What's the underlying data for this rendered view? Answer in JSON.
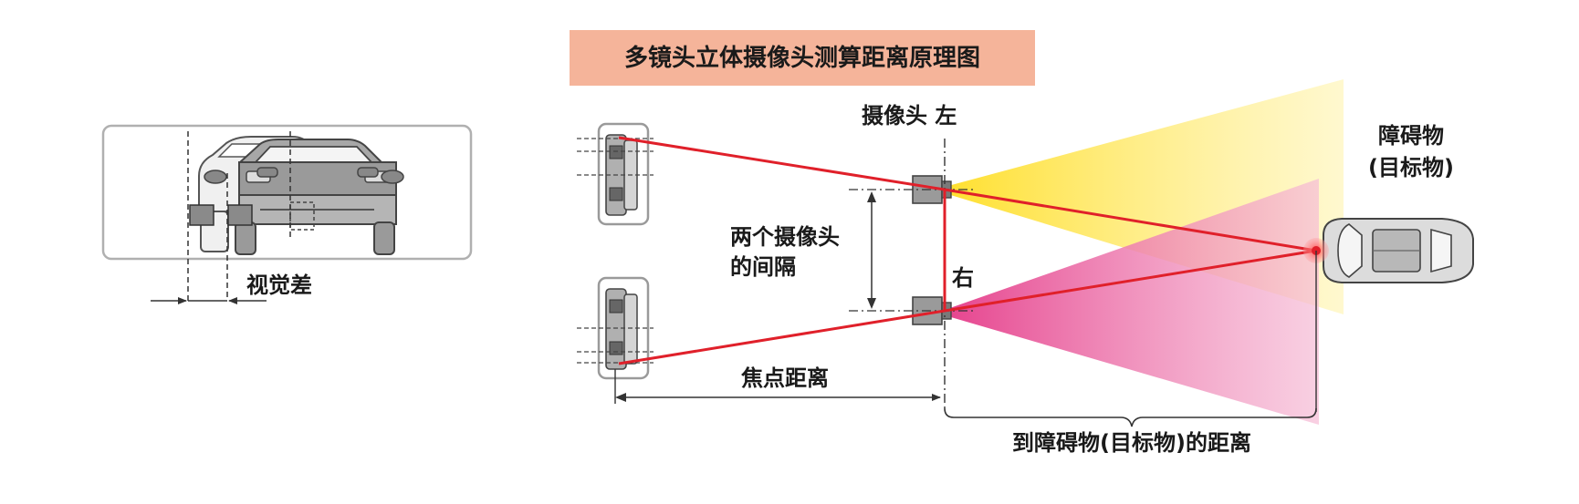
{
  "title": "多镜头立体摄像头测算距离原理图",
  "labels": {
    "parallax": "视觉差",
    "camera_left": "摄像头 左",
    "camera_right": "右",
    "camera_spacing_line1": "两个摄像头",
    "camera_spacing_line2": "的间隔",
    "focal_distance": "焦点距离",
    "obstacle_line1": "障碍物",
    "obstacle_line2": "(目标物)",
    "distance_to_obstacle": "到障碍物(目标物)的距离"
  },
  "colors": {
    "title_bg": "#f5b49a",
    "ray": "#e0202a",
    "beam_left": "#ffe34d",
    "beam_right": "#e8569c",
    "car_body": "#9a9a9a",
    "frame": "#b0b0b0"
  }
}
